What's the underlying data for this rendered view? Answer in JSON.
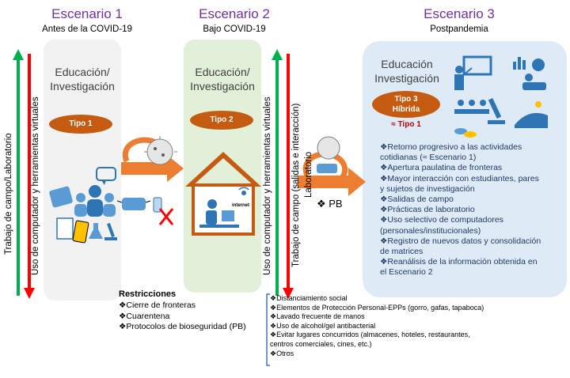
{
  "scenarios": [
    {
      "title": "Escenario 1",
      "subtitle": "Antes de la COVID-19",
      "label_line1": "Educación/",
      "label_line2": "Investigación",
      "badge": "Tipo 1"
    },
    {
      "title": "Escenario 2",
      "subtitle": "Bajo COVID-19",
      "label_line1": "Educación/",
      "label_line2": "Investigación",
      "badge": "Tipo 2"
    },
    {
      "title": "Escenario 3",
      "subtitle": "Postpandemia",
      "label_line1": "Educación",
      "label_line2": "Investigación",
      "badge_line1": "Tipo 3",
      "badge_line2": "Híbrida",
      "badge_note": "≈ Tipo 1"
    }
  ],
  "vertical_labels": {
    "s1_left": "Trabajo de campo/Laboratorio",
    "s1_right": "Uso de computador y herramientas virtuales",
    "s2_left": "Uso de computador y herramientas virtuales",
    "s2_right_line1": "Trabajo de campo (salidas e interacción)",
    "s2_right_line2": "Laboratorio"
  },
  "pb_label": "❖ PB",
  "internet_label": "internet",
  "restrictions": {
    "title": "Restricciones",
    "items": [
      "❖Cierre de fronteras",
      "❖Cuarentena",
      "❖Protocolos de bioseguridad (PB)"
    ]
  },
  "pb_items": [
    "❖Distanciamiento social",
    "❖Elementos de Protección Personal-EPPs (gorro, gafas, tapaboca)",
    "❖Lavado frecuente de manos",
    "❖Uso de alcohol/gel antibacterial",
    "❖Evitar lugares concurridos (almacenes, hoteles, restaurantes,",
    "  centros comerciales, cines, etc.)",
    "❖Otros"
  ],
  "scenario3_items": [
    "❖Retorno progresivo a las actividades",
    "  cotidianas (≈ Escenario 1)",
    "❖Apertura paulatina de fronteras",
    "❖Mayor interacción con estudiantes, pares",
    "  y sujetos de investigación",
    "❖Salidas de campo",
    "❖Prácticas de laboratorio",
    "❖Uso selectivo de computadores",
    "  (personales/institucionales)",
    "❖Registro de nuevos datos y consolidación",
    "  de matrices",
    "❖Reanálisis de la información obtenida en",
    "  el Escenario 2"
  ],
  "colors": {
    "title": "#7030a0",
    "panel1": "#f2f2f2",
    "panel2": "#e2f0d9",
    "panel3": "#deebf7",
    "badge": "#c55a11",
    "arrow_orange": "#ed7d31",
    "arrow_green": "#00b050",
    "arrow_red": "#ff0000",
    "icon_blue": "#2e75b6"
  }
}
